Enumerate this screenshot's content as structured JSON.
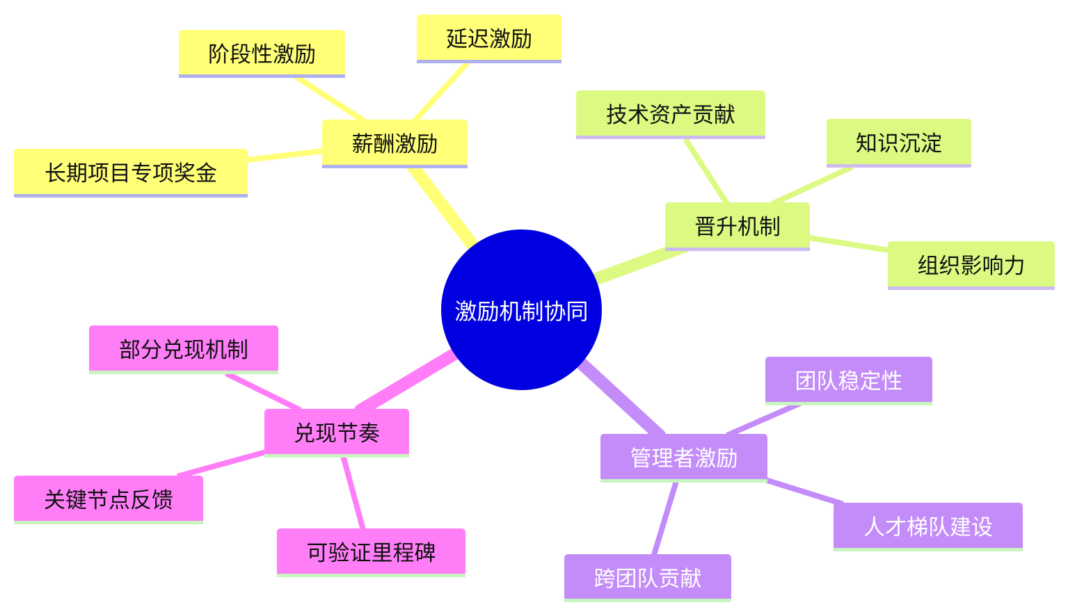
{
  "root": "激励机制协同",
  "branches": {
    "salary": {
      "label": "薪酬激励",
      "children": [
        "阶段性激励",
        "延迟激励",
        "长期项目专项奖金"
      ]
    },
    "promotion": {
      "label": "晋升机制",
      "children": [
        "技术资产贡献",
        "知识沉淀",
        "组织影响力"
      ]
    },
    "cashout": {
      "label": "兑现节奏",
      "children": [
        "部分兑现机制",
        "关键节点反馈",
        "可验证里程碑"
      ]
    },
    "manager": {
      "label": "管理者激励",
      "children": [
        "团队稳定性",
        "人才梯队建设",
        "跨团队贡献"
      ]
    }
  },
  "colors": {
    "root": "#0000e0",
    "salary": "#ffff78",
    "promotion": "#dcfa82",
    "cashout": "#ff7ef8",
    "manager": "#c38cf9"
  }
}
